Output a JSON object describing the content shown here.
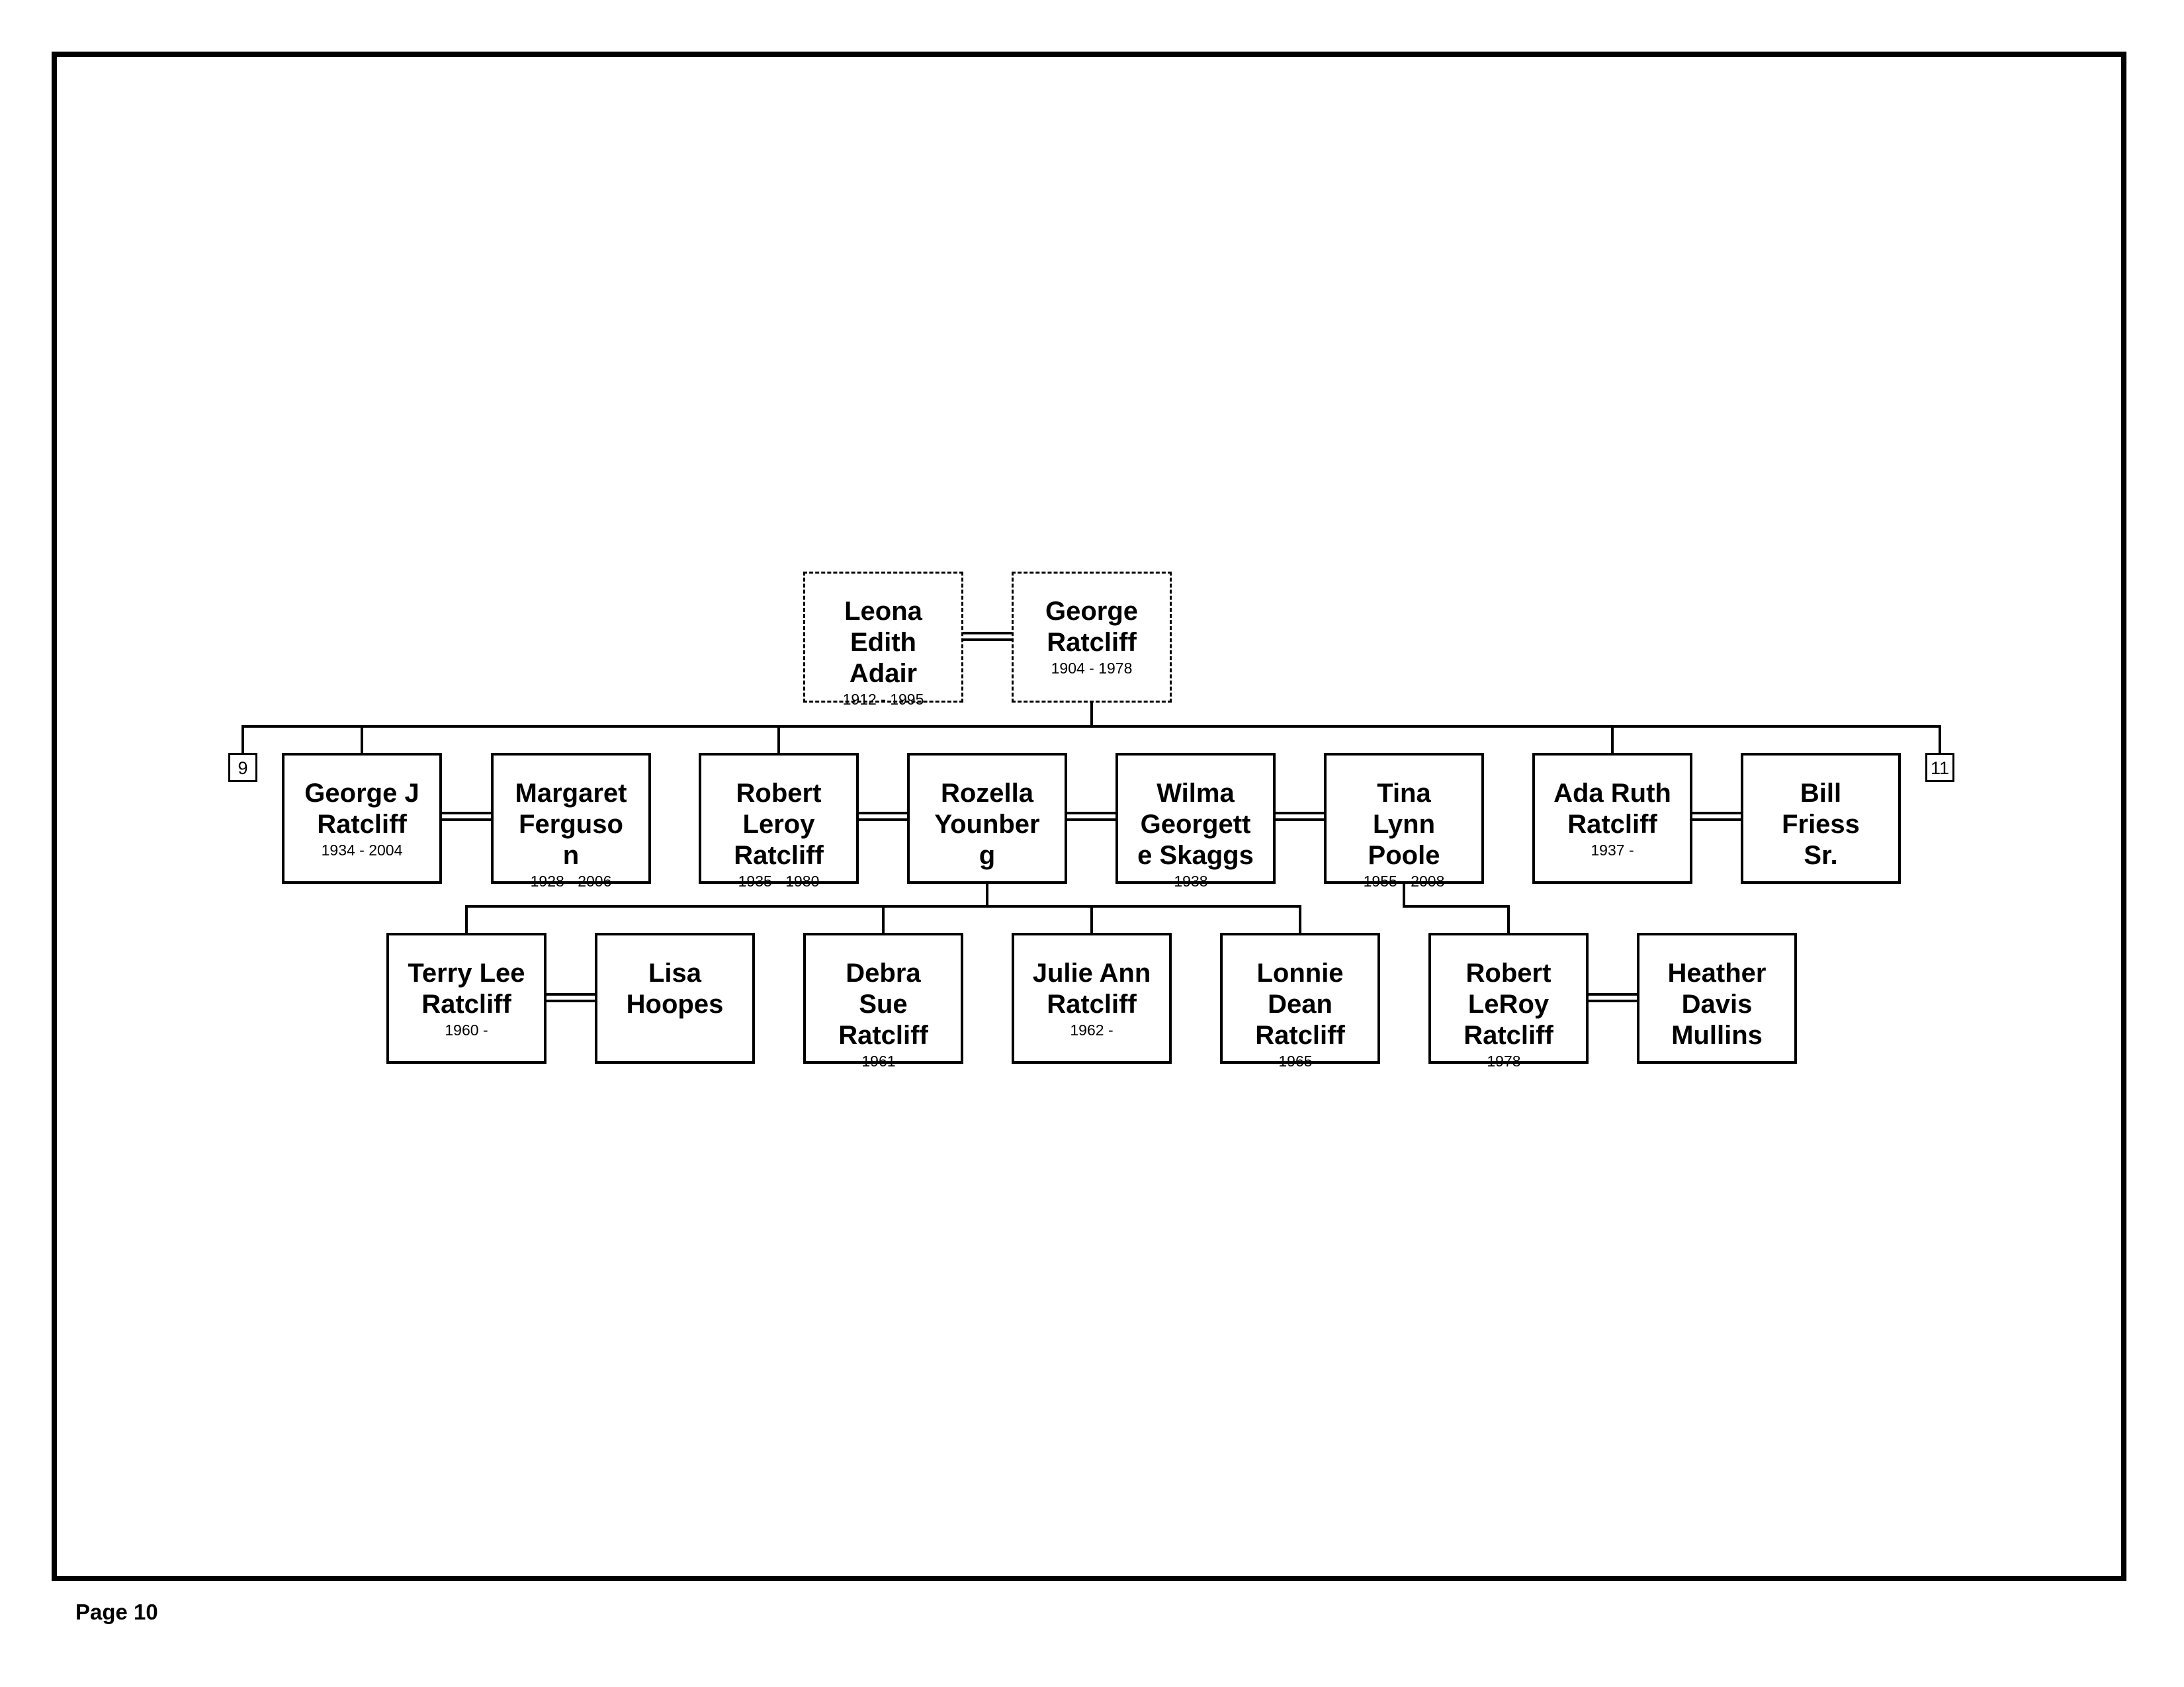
{
  "chart": {
    "ref_left": "9",
    "ref_right": "11",
    "people": {
      "leona": {
        "name": "Leona\nEdith\nAdair",
        "dates": "1912 - 1995"
      },
      "george": {
        "name": "George\nRatcliff",
        "dates": "1904 - 1978"
      },
      "george_j": {
        "name": "George J\nRatcliff",
        "dates": "1934 - 2004"
      },
      "margaret": {
        "name": "Margaret\nFerguso\nn",
        "dates": "1928 - 2006"
      },
      "robert_leroy": {
        "name": "Robert\nLeroy\nRatcliff",
        "dates": "1935 - 1980"
      },
      "rozella": {
        "name": "Rozella\nYounber\ng",
        "dates": ""
      },
      "wilma": {
        "name": "Wilma\nGeorgett\ne Skaggs",
        "dates": "1938 -"
      },
      "tina": {
        "name": "Tina\nLynn\nPoole",
        "dates": "1955 - 2008"
      },
      "ada": {
        "name": "Ada Ruth\nRatcliff",
        "dates": "1937 -"
      },
      "bill": {
        "name": "Bill\nFriess\nSr.",
        "dates": ""
      },
      "terry": {
        "name": "Terry Lee\nRatcliff",
        "dates": "1960 -"
      },
      "lisa": {
        "name": "Lisa\nHoopes",
        "dates": ""
      },
      "debra": {
        "name": "Debra\nSue\nRatcliff",
        "dates": "1961 -"
      },
      "julie": {
        "name": "Julie Ann\nRatcliff",
        "dates": "1962 -"
      },
      "lonnie": {
        "name": "Lonnie\nDean\nRatcliff",
        "dates": "1965 -"
      },
      "robert_le_roy": {
        "name": "Robert\nLeRoy\nRatcliff",
        "dates": "1978 -"
      },
      "heather": {
        "name": "Heather\nDavis\nMullins",
        "dates": ""
      }
    }
  },
  "footer": {
    "page_label": "Page 10"
  }
}
